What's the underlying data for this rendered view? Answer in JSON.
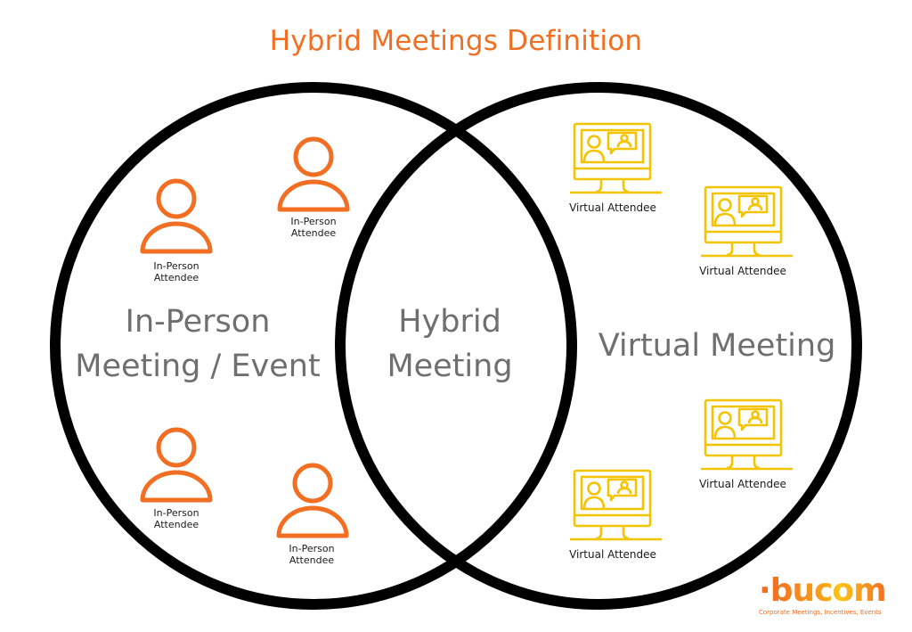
{
  "title": "Hybrid Meetings Definition",
  "colors": {
    "title": "#f26e22",
    "person_icon": "#f26e22",
    "monitor_icon": "#f5c400",
    "circle_stroke": "#000000",
    "region_label": "#6f6f6f"
  },
  "regions": {
    "in_person": {
      "line1": "In-Person",
      "line2": "Meeting / Event"
    },
    "hybrid": {
      "line1": "Hybrid",
      "line2": "Meeting"
    },
    "virtual": {
      "line1": "Virtual Meeting"
    }
  },
  "in_person_attendees": [
    {
      "icon": "person-icon",
      "line1": "In-Person",
      "line2": "Attendee"
    },
    {
      "icon": "person-icon",
      "line1": "In-Person",
      "line2": "Attendee"
    },
    {
      "icon": "person-icon",
      "line1": "In-Person",
      "line2": "Attendee"
    },
    {
      "icon": "person-icon",
      "line1": "In-Person",
      "line2": "Attendee"
    }
  ],
  "virtual_attendees": [
    {
      "icon": "monitor-video-call-icon",
      "label": "Virtual Attendee"
    },
    {
      "icon": "monitor-video-call-icon",
      "label": "Virtual Attendee"
    },
    {
      "icon": "monitor-video-call-icon",
      "label": "Virtual Attendee"
    },
    {
      "icon": "monitor-video-call-icon",
      "label": "Virtual Attendee"
    }
  ],
  "logo": {
    "word": "bucom",
    "tagline": "Corporate Meetings, Incentives, Events"
  }
}
